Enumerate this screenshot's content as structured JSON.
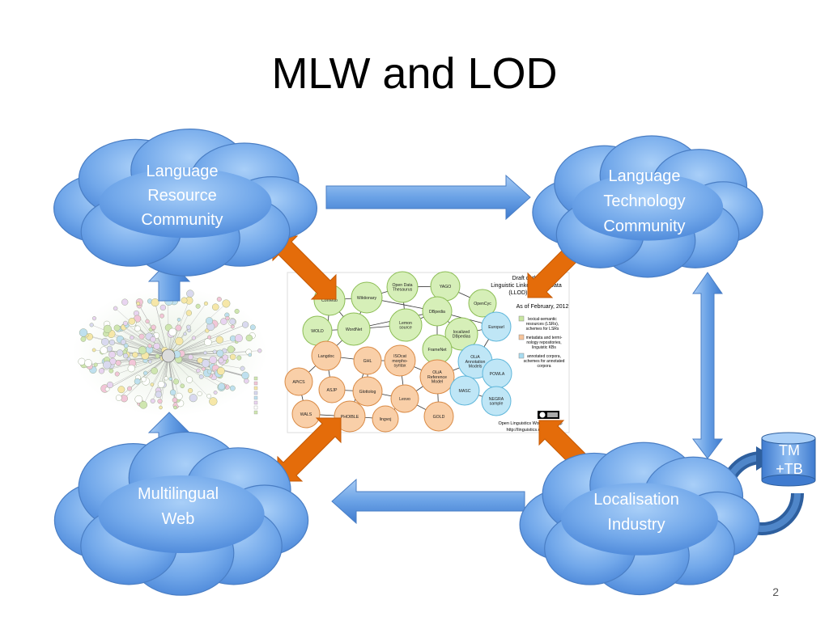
{
  "slide": {
    "title": "MLW and LOD",
    "page_number": "2"
  },
  "clouds": {
    "language_resource": [
      "Language",
      "Resource",
      "Community"
    ],
    "language_technology": [
      "Language",
      "Technology",
      "Community"
    ],
    "multilingual_web": [
      "Multilingual",
      "Web"
    ],
    "localisation_industry": [
      "Localisation",
      "Industry"
    ]
  },
  "tm_tb": [
    "TM",
    "+TB"
  ],
  "llod_cloud": {
    "title_lines": [
      "Draft of the",
      "Linguistic Linked Open Data",
      "(LLOD) Cloud"
    ],
    "as_of": "As of February, 2012",
    "legend": [
      {
        "text": [
          "lexical-semantic",
          "resources (LSRs),",
          "schemes for LSRs"
        ],
        "color": "#c8e6a0"
      },
      {
        "text": [
          "metadata and termi-",
          "nology repositories,",
          "linguistic KBs"
        ],
        "color": "#f7c49a"
      },
      {
        "text": [
          "annotated corpora,",
          "schemes for annotated",
          "corpora"
        ],
        "color": "#a8dcf0"
      }
    ],
    "footer": [
      "Open Linguistics Working Group",
      "http://linguistics.okfn.org"
    ],
    "nodes": [
      {
        "label": [
          "Cornetto"
        ],
        "group": "green"
      },
      {
        "label": [
          "Wiktionary"
        ],
        "group": "green"
      },
      {
        "label": [
          "Open Data",
          "Thesaurus"
        ],
        "group": "green"
      },
      {
        "label": [
          "YAGO"
        ],
        "group": "green"
      },
      {
        "label": [
          "OpenCyc"
        ],
        "group": "green"
      },
      {
        "label": [
          "DBpedia"
        ],
        "group": "green"
      },
      {
        "label": [
          "WOLD"
        ],
        "group": "green"
      },
      {
        "label": [
          "WordNet"
        ],
        "group": "green"
      },
      {
        "label": [
          "Lemon",
          "source"
        ],
        "group": "green"
      },
      {
        "label": [
          "localized",
          "DBpedias"
        ],
        "group": "green"
      },
      {
        "label": [
          "Europarl"
        ],
        "group": "blue"
      },
      {
        "label": [
          "FrameNet"
        ],
        "group": "green"
      },
      {
        "label": [
          "Langdoc"
        ],
        "group": "orange"
      },
      {
        "label": [
          "GHL"
        ],
        "group": "orange"
      },
      {
        "label": [
          "ISOcat",
          "morpho-",
          "syntax"
        ],
        "group": "orange"
      },
      {
        "label": [
          "OLiA",
          "Reference",
          "Model"
        ],
        "group": "orange"
      },
      {
        "label": [
          "OLiA",
          "Annotation",
          "Models"
        ],
        "group": "blue"
      },
      {
        "label": [
          "POWLA"
        ],
        "group": "blue"
      },
      {
        "label": [
          "APiCS"
        ],
        "group": "orange"
      },
      {
        "label": [
          "ASJP"
        ],
        "group": "orange"
      },
      {
        "label": [
          "Glottolog"
        ],
        "group": "orange"
      },
      {
        "label": [
          "Lexvo"
        ],
        "group": "orange"
      },
      {
        "label": [
          "MASC"
        ],
        "group": "blue"
      },
      {
        "label": [
          "NEGRA",
          "sample"
        ],
        "group": "blue"
      },
      {
        "label": [
          "WALS"
        ],
        "group": "orange"
      },
      {
        "label": [
          "PHOIBLE"
        ],
        "group": "orange"
      },
      {
        "label": [
          "lingvoj"
        ],
        "group": "orange"
      },
      {
        "label": [
          "GOLD"
        ],
        "group": "orange"
      }
    ]
  },
  "colors": {
    "cloud_fill": "#6fa5e8",
    "cloud_stroke": "#4a7ec4",
    "orange_arrow": "#e46c0a",
    "blue_arrow": "#5b9be0",
    "circular_arrow": "#2e5f9e"
  }
}
